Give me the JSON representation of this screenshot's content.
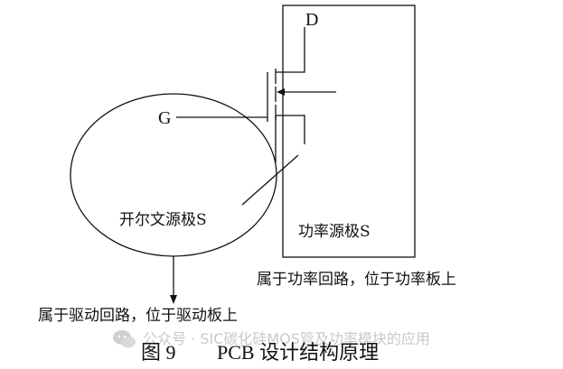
{
  "diagram": {
    "pins": {
      "drain": "D",
      "gate": "G"
    },
    "labels": {
      "kelvin_source": "开尔文源极S",
      "power_source": "功率源极S",
      "power_loop_note": "属于功率回路，位于功率板上",
      "drive_loop_note": "属于驱动回路，位于驱动板上"
    },
    "caption": {
      "number": "图 9",
      "title": "PCB 设计结构原理"
    }
  },
  "watermark": {
    "text": "公众号 · SIC碳化硅MOS管及功率模块的应用"
  },
  "colors": {
    "line": "#111111",
    "background": "#ffffff",
    "watermark": "#c9c9c9"
  }
}
